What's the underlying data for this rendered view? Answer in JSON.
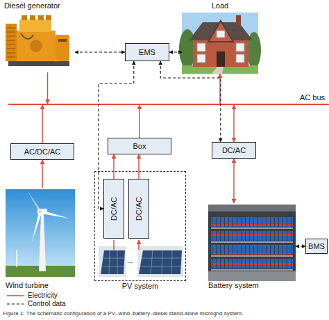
{
  "diagram": {
    "caption": "Figure 1: The schematic configuration of a PV–wind–battery–diesel stand-alone microgrid system.",
    "nodes": [
      {
        "text": [
          "Diesel generator"
        ]
      },
      {
        "text": [
          "EMS"
        ]
      },
      {
        "text": [
          "Load"
        ]
      },
      {
        "text": [
          "AC bus"
        ]
      },
      {
        "text": [
          "AC/DC/AC"
        ]
      },
      {
        "text": [
          "Box"
        ]
      },
      {
        "text": [
          "DC/AC"
        ]
      },
      {
        "text": [
          "PV system"
        ]
      },
      {
        "text": [
          "DC/AC"
        ],
        "in": 7
      },
      {
        "text": [
          "DC/AC"
        ],
        "in": 7
      },
      {
        "text": [
          "Wind turbine"
        ]
      },
      {
        "text": [
          "Battery system"
        ]
      },
      {
        "text": [
          "BMS"
        ]
      }
    ],
    "edges": [
      {
        "from": 0,
        "to": 3,
        "arrow": "to"
      },
      {
        "from": 3,
        "to": 2,
        "arrow": "to"
      },
      {
        "from": 4,
        "to": 3,
        "arrow": "to"
      },
      {
        "from": 10,
        "to": 4,
        "arrow": "to"
      },
      {
        "from": 5,
        "to": 3,
        "arrow": "to"
      },
      {
        "from": 8,
        "to": 5,
        "arrow": "to"
      },
      {
        "from": 9,
        "to": 5,
        "arrow": "to"
      },
      {
        "from": 6,
        "to": 3,
        "arrow": "both"
      },
      {
        "from": 11,
        "to": 6,
        "arrow": "both"
      },
      {
        "from": 0,
        "to": 1,
        "arrow": "both"
      },
      {
        "from": 1,
        "to": 2,
        "arrow": "both"
      },
      {
        "from": 1,
        "to": 8,
        "arrow": "both"
      },
      {
        "from": 1,
        "to": 6,
        "arrow": "both"
      },
      {
        "from": 11,
        "to": 12,
        "arrow": "both"
      }
    ],
    "labels": [
      "..."
    ],
    "legend": [
      {
        "text": "Electricity"
      },
      {
        "text": "Control data"
      }
    ]
  }
}
